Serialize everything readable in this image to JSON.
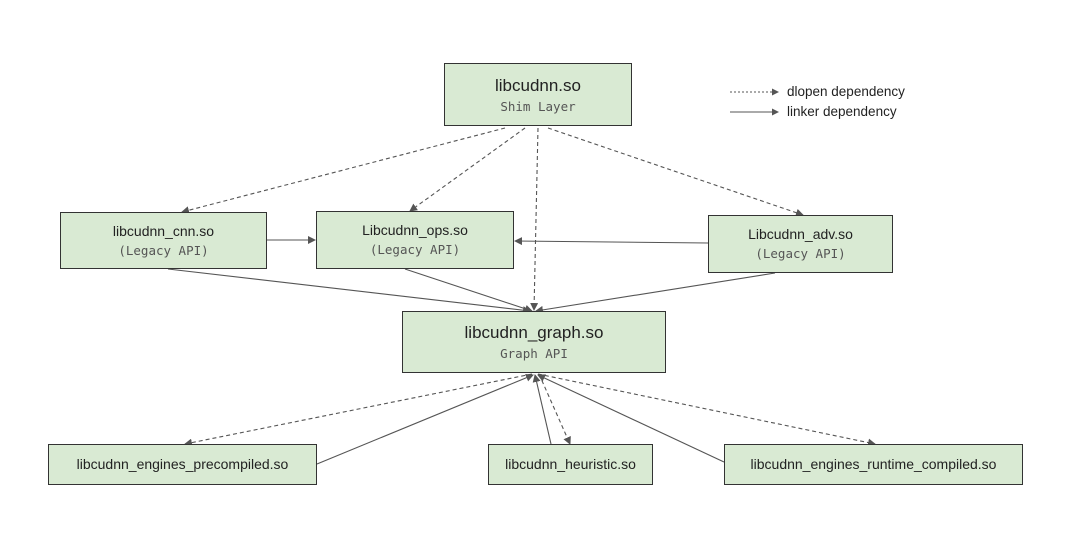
{
  "nodes": {
    "shim": {
      "title": "libcudnn.so",
      "subtitle": "Shim Layer"
    },
    "cnn": {
      "title": "libcudnn_cnn.so",
      "subtitle": "(Legacy API)"
    },
    "ops": {
      "title": "Libcudnn_ops.so",
      "subtitle": "(Legacy API)"
    },
    "adv": {
      "title": "Libcudnn_adv.so",
      "subtitle": "(Legacy API)"
    },
    "graph": {
      "title": "libcudnn_graph.so",
      "subtitle": "Graph API"
    },
    "precompiled": {
      "title": "libcudnn_engines_precompiled.so"
    },
    "heuristic": {
      "title": "libcudnn_heuristic.so"
    },
    "runtime": {
      "title": "libcudnn_engines_runtime_compiled.so"
    }
  },
  "legend": {
    "dlopen": "dlopen dependency",
    "linker": "linker dependency"
  },
  "edges": [
    {
      "from": "shim",
      "to": "cnn",
      "kind": "dlopen"
    },
    {
      "from": "shim",
      "to": "ops",
      "kind": "dlopen"
    },
    {
      "from": "shim",
      "to": "adv",
      "kind": "dlopen"
    },
    {
      "from": "shim",
      "to": "graph",
      "kind": "dlopen"
    },
    {
      "from": "cnn",
      "to": "ops",
      "kind": "linker"
    },
    {
      "from": "adv",
      "to": "ops",
      "kind": "linker"
    },
    {
      "from": "cnn",
      "to": "graph",
      "kind": "linker"
    },
    {
      "from": "ops",
      "to": "graph",
      "kind": "linker"
    },
    {
      "from": "adv",
      "to": "graph",
      "kind": "linker"
    },
    {
      "from": "graph",
      "to": "precompiled",
      "kind": "dlopen"
    },
    {
      "from": "graph",
      "to": "heuristic",
      "kind": "dlopen"
    },
    {
      "from": "graph",
      "to": "runtime",
      "kind": "dlopen"
    },
    {
      "from": "precompiled",
      "to": "graph",
      "kind": "linker"
    },
    {
      "from": "heuristic",
      "to": "graph",
      "kind": "linker"
    },
    {
      "from": "runtime",
      "to": "graph",
      "kind": "linker"
    }
  ],
  "colors": {
    "node_fill": "#d9ead3",
    "node_border": "#333333",
    "edge": "#555555"
  }
}
